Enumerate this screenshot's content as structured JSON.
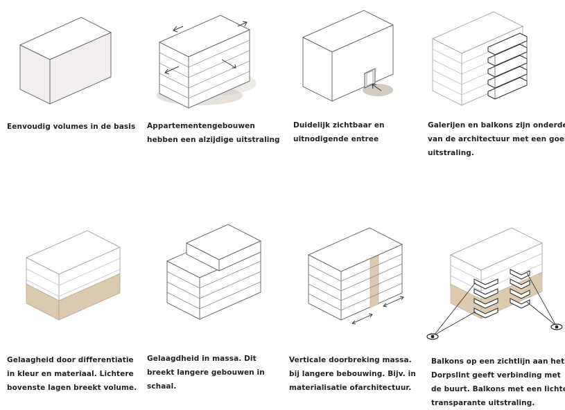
{
  "colors": {
    "line": "#6b6b6b",
    "top": "#ffffff",
    "side": "#f2eeee",
    "tan": "#dbcab0",
    "shadow": "#b7a99a"
  },
  "icons": [
    "arrow-icon",
    "eye-icon"
  ],
  "panels": [
    {
      "id": "p1",
      "caption": [
        "Eenvoudig volumes in de basis"
      ]
    },
    {
      "id": "p2",
      "caption": [
        "Appartementengebouwen",
        "hebben een alzijdige uitstraling"
      ]
    },
    {
      "id": "p3",
      "caption": [
        "Duidelijk zichtbaar en",
        "uitnodigende entree"
      ]
    },
    {
      "id": "p4",
      "caption": [
        "Galerijen en balkons zijn onderdeel",
        "van de architectuur met een goede",
        "uitstraling."
      ]
    },
    {
      "id": "p5",
      "caption": [
        "Gelaagheid door differentiatie",
        "in kleur en materiaal. Lichtere",
        "bovenste lagen breekt volume."
      ]
    },
    {
      "id": "p6",
      "caption": [
        "Gelaagdheid in massa. Dit",
        "breekt langere gebouwen in",
        "schaal."
      ]
    },
    {
      "id": "p7",
      "caption": [
        "Verticale doorbreking massa.",
        "bij langere bebouwing. Bijv. in",
        "materialisatie ofarchitectuur."
      ]
    },
    {
      "id": "p8",
      "caption": [
        "Balkons op een zichtlijn aan het",
        "Dorpslint geeft verbinding met",
        "de buurt. Balkons met een lichte,",
        "transparante uitstraling."
      ]
    }
  ]
}
